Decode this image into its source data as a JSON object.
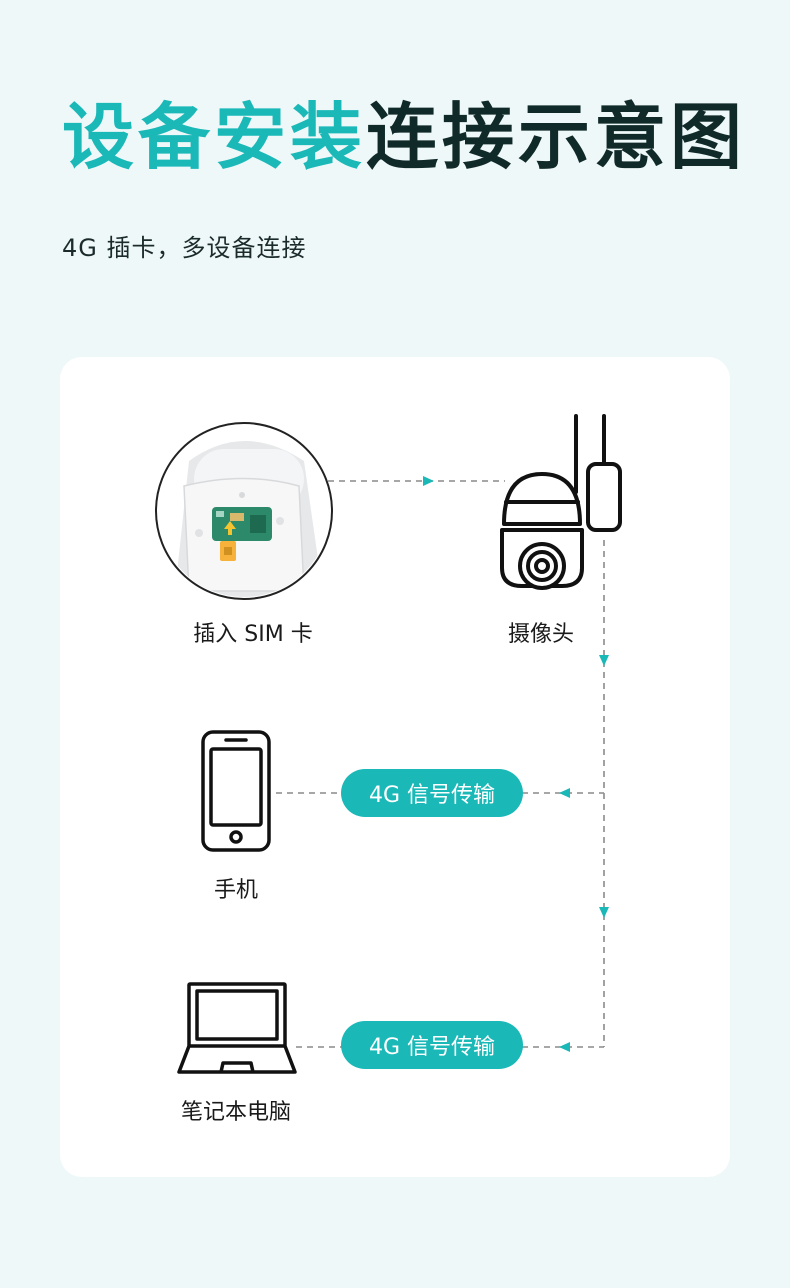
{
  "header": {
    "title_accent": "设备安装",
    "title_main": "连接示意图",
    "subtitle": "4G 插卡，多设备连接"
  },
  "nodes": {
    "sim": {
      "label": "插入 SIM 卡"
    },
    "camera": {
      "label": "摄像头"
    },
    "phone": {
      "label": "手机"
    },
    "laptop": {
      "label": "笔记本电脑"
    }
  },
  "links": {
    "phone_link": "4G 信号传输",
    "laptop_link": "4G 信号传输"
  },
  "colors": {
    "accent": "#1bb8b8",
    "dark": "#102a2a",
    "background": "#eff8f9",
    "card": "#ffffff"
  }
}
